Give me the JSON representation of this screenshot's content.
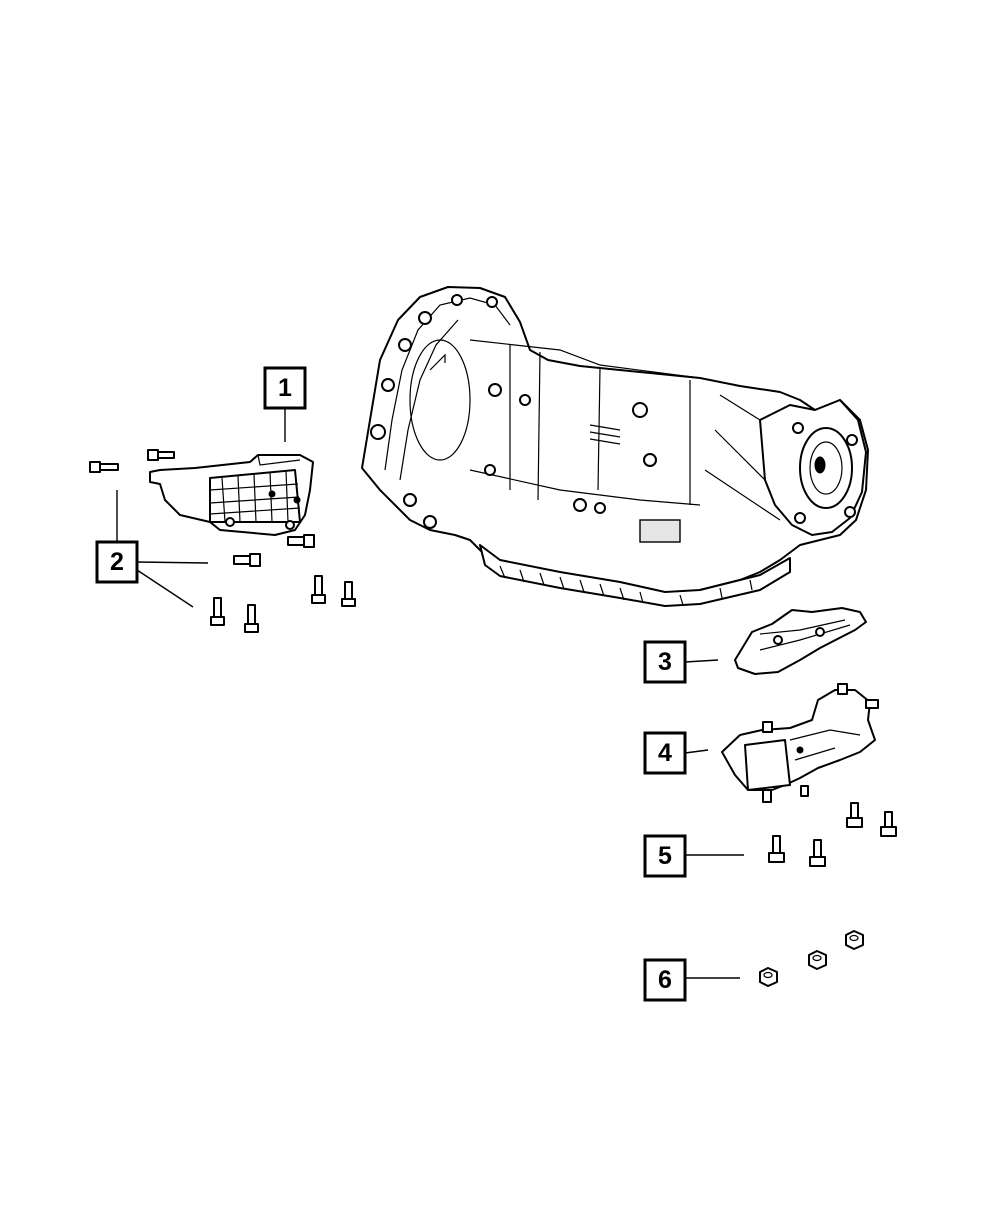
{
  "diagram": {
    "callouts": [
      {
        "id": "1",
        "label": "1"
      },
      {
        "id": "2",
        "label": "2"
      },
      {
        "id": "3",
        "label": "3"
      },
      {
        "id": "4",
        "label": "4"
      },
      {
        "id": "5",
        "label": "5"
      },
      {
        "id": "6",
        "label": "6"
      }
    ],
    "parts": [
      {
        "name": "transmission-assembly"
      },
      {
        "name": "skid-plate"
      },
      {
        "name": "bolt"
      },
      {
        "name": "mount-bracket"
      },
      {
        "name": "transmission-mount"
      },
      {
        "name": "mount-bolt"
      },
      {
        "name": "nut"
      }
    ]
  }
}
